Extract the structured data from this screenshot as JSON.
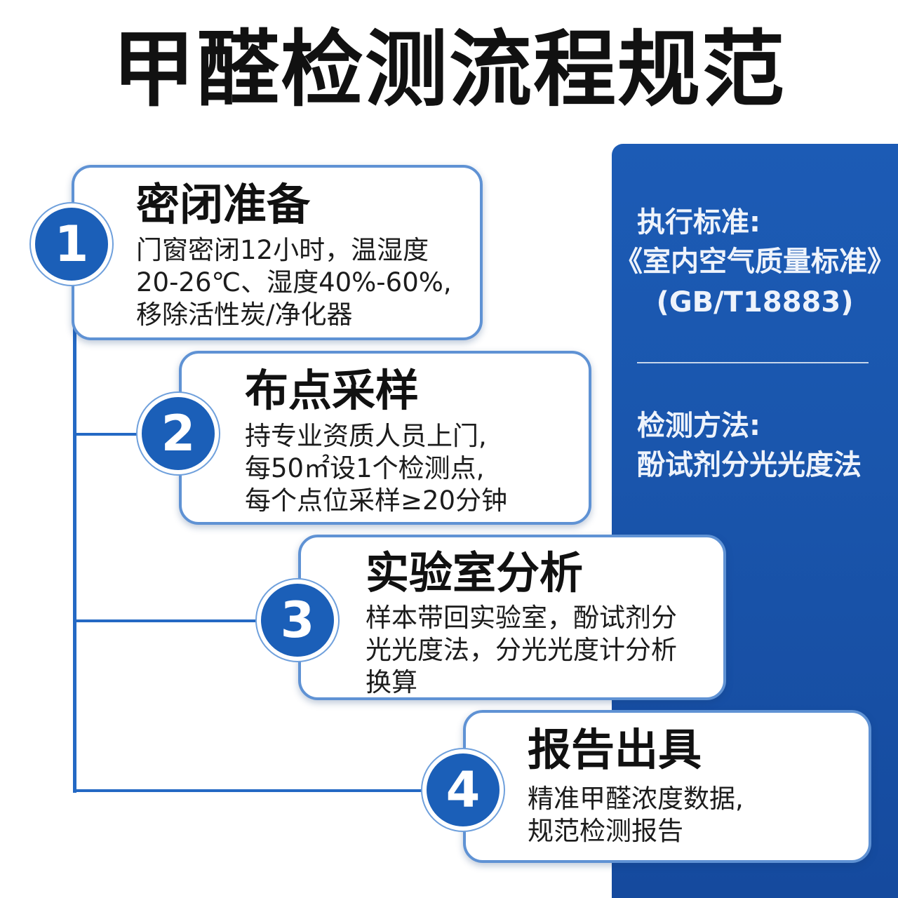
{
  "title": "甲醛检测流程规范",
  "side_panel": {
    "standard_label": "执行标准:",
    "standard_name": "《室内空气质量标准》",
    "standard_code": "(GB/T18883)",
    "method_label": "检测方法:",
    "method_name": "酚试剂分光光度法"
  },
  "steps": [
    {
      "number": "1",
      "title": "密闭准备",
      "lines": [
        "门窗密闭12小时，温湿度",
        "20-26℃、湿度40%-60%,",
        "移除活性炭/净化器"
      ]
    },
    {
      "number": "2",
      "title": "布点采样",
      "lines": [
        "持专业资质人员上门,",
        "每50㎡设1个检测点,",
        "每个点位采样≥20分钟"
      ]
    },
    {
      "number": "3",
      "title": "实验室分析",
      "lines": [
        "样本带回实验室，酚试剂分",
        "光光度法，分光光度计分析",
        "换算"
      ]
    },
    {
      "number": "4",
      "title": "报告出具",
      "lines": [
        "精准甲醛浓度数据,",
        "规范检测报告"
      ]
    }
  ],
  "colors": {
    "accent": "#1b5fb8",
    "panel": "#1a56ad",
    "card_border": "#5f92d4"
  }
}
